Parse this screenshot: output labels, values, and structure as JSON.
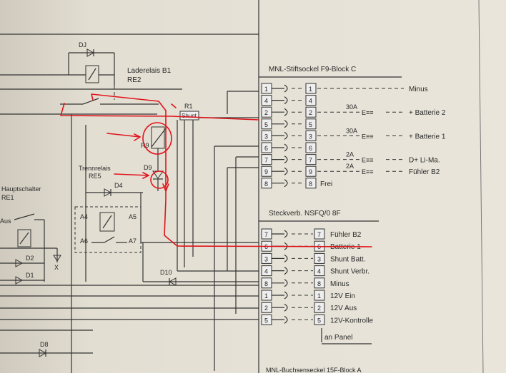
{
  "diagram": {
    "relays": {
      "dj_label": "DJ",
      "laderelais_label": "Laderelais B1",
      "laderelais_code": "RE2",
      "r1_label": "R1",
      "shunt_label": "Shunt",
      "r9_label": "R9",
      "trennrelais_label": "Trennrelais",
      "trennrelais_code": "RE5",
      "d9_label": "D9",
      "d4_label": "D4",
      "a4": "A4",
      "a5": "A5",
      "a6": "A6",
      "a7": "A7",
      "hauptschalter_label": "Hauptschalter",
      "hauptschalter_code": "RE1",
      "aus_label": "Aus",
      "d2_label": "D2",
      "d1_label": "D1",
      "d10_label": "D10",
      "d8_label": "D8",
      "x_label": "X"
    },
    "connector_top": {
      "title": "MNL-Stiftsockel F9-Block C",
      "pins": [
        "1",
        "4",
        "2",
        "5",
        "3",
        "6",
        "7",
        "9",
        "8"
      ],
      "outer_pins": [
        "1",
        "4",
        "2",
        "5",
        "3",
        "6",
        "7",
        "9",
        "8"
      ],
      "fuse_30a_1": "30A",
      "fuse_30a_2": "30A",
      "fuse_2a_1": "2A",
      "fuse_2a_2": "2A",
      "fuse_symbol": "E≡≡",
      "signals": {
        "minus": "Minus",
        "batterie2": "+ Batterie 2",
        "batterie1": "+ Batterie 1",
        "d_plus": "D+ Li-Ma.",
        "fuehler": "Fühler B2",
        "frei": "Frei"
      }
    },
    "connector_bottom": {
      "title": "Steckverb. NSFQ/0 8F",
      "pins": [
        "7",
        "6",
        "3",
        "4",
        "8",
        "1",
        "2",
        "5"
      ],
      "labels": [
        "Fühler B2",
        "Batterie 1",
        "Shunt Batt.",
        "Shunt Verbr.",
        "Minus",
        "12V Ein",
        "12V Aus",
        "12V-Kontrolle"
      ],
      "footer": "an Panel"
    },
    "connector_cut": "MNL-Buchsenseckel 15F-Block A",
    "colors": {
      "ink": "#2a2a2a",
      "annotation": "#e0141b",
      "paper": "#e6e2d7"
    }
  }
}
